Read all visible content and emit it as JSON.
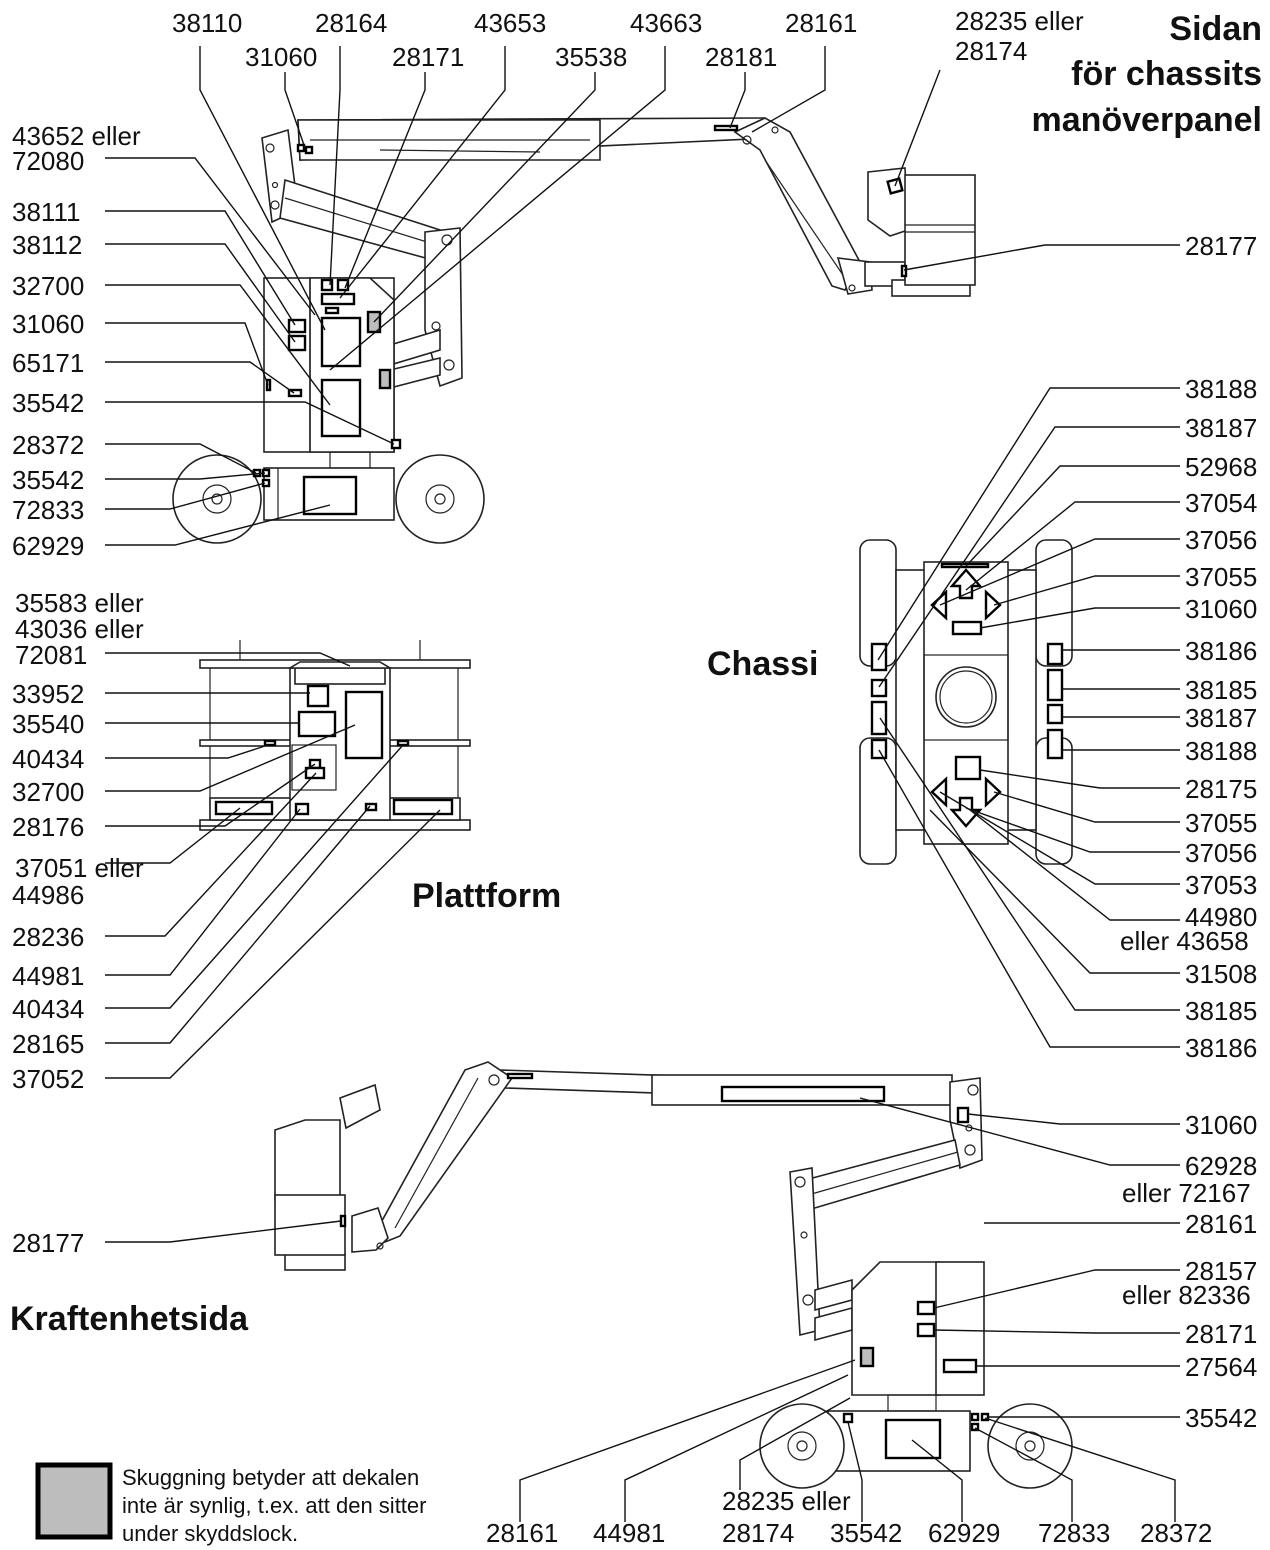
{
  "titles": {
    "chassis_side": [
      "Sidan",
      "för chassits",
      "manöverpanel"
    ],
    "chassi": "Chassi",
    "plattform": "Plattform",
    "kraft": "Kraftenhetsida"
  },
  "legend_text": [
    "Skuggning betyder att dekalen",
    "inte är synlig, t.ex. att den sitter",
    "under skyddslock."
  ],
  "labels": {
    "top": [
      "38110",
      "31060",
      "28164",
      "28171",
      "43653",
      "35538",
      "43663",
      "28181",
      "28161",
      "28235 eller",
      "28174"
    ],
    "left_a": [
      "43652 eller",
      "72080",
      "38111",
      "38112",
      "32700",
      "31060",
      "65171",
      "35542",
      "28372",
      "35542",
      "72833",
      "62929"
    ],
    "right_a": [
      "28177"
    ],
    "left_b": [
      "35583 eller",
      "43036 eller",
      "72081",
      "33952",
      "35540",
      "40434",
      "32700",
      "28176",
      "37051 eller",
      "44986",
      "28236",
      "44981",
      "40434",
      "28165",
      "37052"
    ],
    "right_c": [
      "38188",
      "38187",
      "52968",
      "37054",
      "37056",
      "37055",
      "31060",
      "38186",
      "38185",
      "38187",
      "38188",
      "28175",
      "37055",
      "37056",
      "37053",
      "44980",
      "eller 43658",
      "31508",
      "38185",
      "38186"
    ],
    "right_d": [
      "31060",
      "62928",
      "eller 72167",
      "28161",
      "28157",
      "eller 82336",
      "28171",
      "27564",
      "35542"
    ],
    "left_d": [
      "28177"
    ],
    "bottom": [
      "28161",
      "44981",
      "28235 eller",
      "28174",
      "35542",
      "62929",
      "72833",
      "28372"
    ]
  }
}
